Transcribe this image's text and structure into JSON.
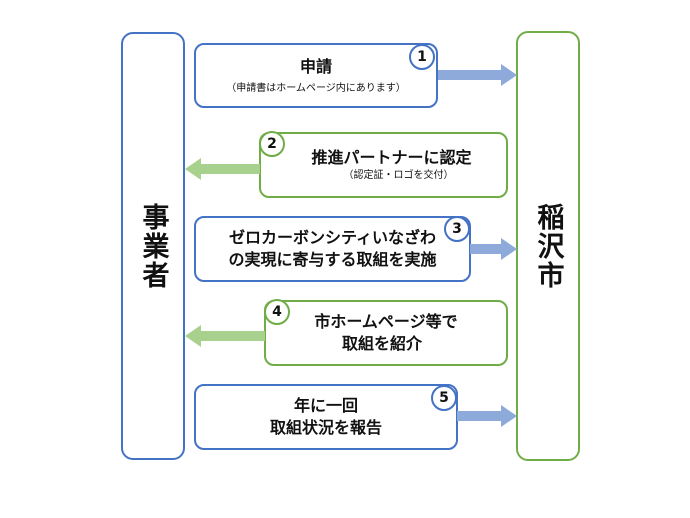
{
  "left_actor": {
    "label": "事業者"
  },
  "right_actor": {
    "label": "稲沢市"
  },
  "steps": [
    {
      "number": "1",
      "main_lines": [
        "申請"
      ],
      "sub": "（申請書はホームページ内にあります）"
    },
    {
      "number": "2",
      "main_lines": [
        "推進パートナーに認定"
      ],
      "sub": "（認定証・ロゴを交付）"
    },
    {
      "number": "3",
      "main_lines": [
        "ゼロカーボンシティいなざわ",
        "の実現に寄与する取組を実施"
      ],
      "sub": ""
    },
    {
      "number": "4",
      "main_lines": [
        "市ホームページ等で",
        "取組を紹介"
      ],
      "sub": ""
    },
    {
      "number": "5",
      "main_lines": [
        "年に一回",
        "取組状況を報告"
      ],
      "sub": ""
    }
  ],
  "colors": {
    "business": "#4472c4",
    "city": "#70ad47",
    "arrow_right": "#8eaadb",
    "arrow_left": "#a9d18e"
  }
}
